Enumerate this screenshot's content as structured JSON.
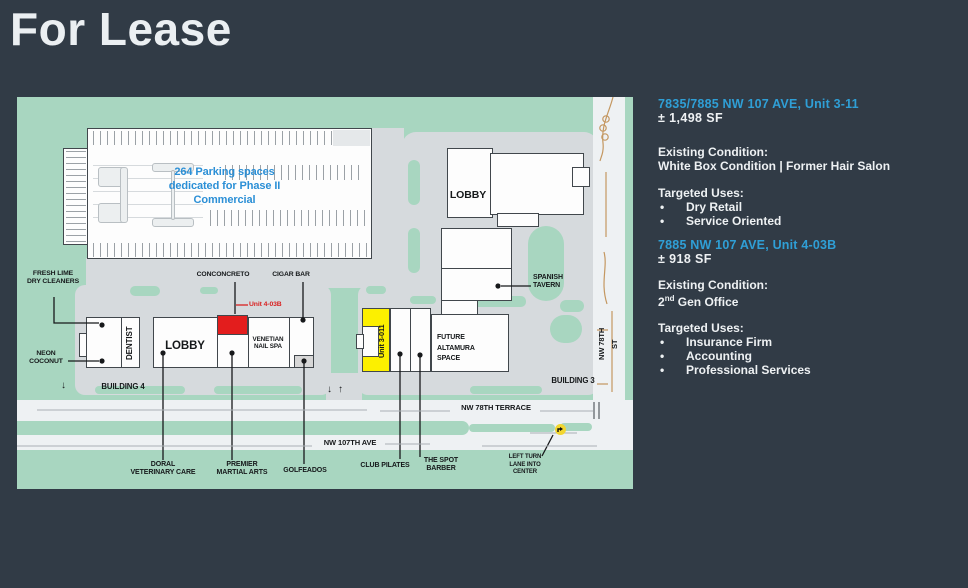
{
  "header": {
    "title": "For Lease"
  },
  "listings": [
    {
      "address": "7835/7885 NW 107 AVE, Unit 3-11",
      "size": "± 1,498 SF",
      "existing_condition_label": "Existing Condition:",
      "existing_condition": "White Box Condition | Former Hair Salon",
      "targeted_uses_label": "Targeted Uses:",
      "bullet": "•",
      "targeted_uses": [
        "Dry Retail",
        "Service Oriented"
      ]
    },
    {
      "address": "7885 NW 107 AVE, Unit 4-03B",
      "size": "± 918 SF",
      "existing_condition_label": "Existing Condition:",
      "existing_condition_base": "2",
      "existing_condition_sup": "nd",
      "existing_condition_rest": " Gen Office",
      "targeted_uses_label": "Targeted Uses:",
      "bullet": "•",
      "targeted_uses": [
        "Insurance Firm",
        "Accounting",
        "Professional Services"
      ]
    }
  ],
  "map": {
    "parking_note": "264 Parking spaces\ndedicated for Phase II\nCommercial",
    "labels": {
      "fresh_lime": "FRESH LIME\nDRY CLEANERS",
      "neon_coconut": "NEON\nCOCONUT",
      "conconcreto": "CONCONCRETO",
      "cigar_bar": "CIGAR BAR",
      "unit_4_03b": "Unit 4-03B",
      "dentist": "DENTIST",
      "lobby_building4": "LOBBY",
      "venetian": "VENETIAN\nNAIL SPA",
      "building4": "BUILDING 4",
      "unit_3_011": "Unit 3-011",
      "future_altamura": "FUTURE\nALTAMURA\nSPACE",
      "building3": "BUILDING 3",
      "lobby_building3": "LOBBY",
      "spanish_tavern": "SPANISH\nTAVERN",
      "nw_78th_st": "NW 78TH\nST",
      "nw_78th_terrace": "NW 78TH TERRACE",
      "nw_107th_ave": "NW 107TH AVE",
      "doral": "DORAL\nVETERINARY CARE",
      "premier": "PREMIER\nMARTIAL ARTS",
      "golfeados": "GOLFEADOS",
      "club_pilates": "CLUB PILATES",
      "the_spot": "THE SPOT\nBARBER",
      "left_turn": "LEFT TURN\nLANE INTO\nCENTER"
    },
    "arrows": {
      "down": "↓",
      "up": "↑"
    },
    "colors": {
      "background": "#313B46",
      "map_green": "#A8D6C0",
      "pavement_gray": "#D6DADD",
      "road_white": "#EEF1F3",
      "accent_blue": "#2F9FD6",
      "parking_text_blue": "#2B8FD6",
      "unit_red": "#E31D1D",
      "unit_yellow": "#FCF000",
      "landscape_line_tan": "#C49760"
    }
  }
}
